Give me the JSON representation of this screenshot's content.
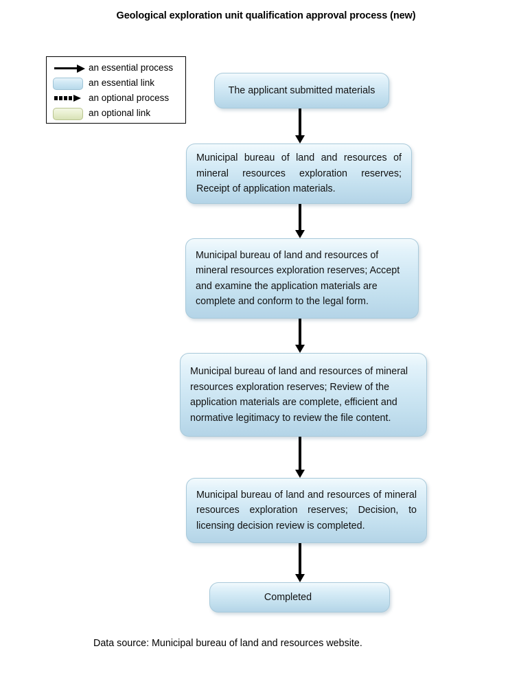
{
  "page": {
    "title": "Geological exploration unit qualification approval process (new)",
    "footer": "Data source: Municipal bureau of land and resources website.",
    "background_color": "#ffffff",
    "node_fill_top": "#f2fafd",
    "node_fill_bottom": "#b4d4e7",
    "node_border_color": "#a8c9da",
    "arrow_color": "#000000",
    "optional_fill_top": "#f3f7e4",
    "optional_fill_bottom": "#d8e2b6"
  },
  "legend": {
    "items": [
      {
        "icon": "solid-arrow-icon",
        "label": "an essential process"
      },
      {
        "icon": "blue-rounded-box-icon",
        "label": "an essential link"
      },
      {
        "icon": "dotted-arrow-icon",
        "label": "an optional process"
      },
      {
        "icon": "green-rounded-box-icon",
        "label": "an optional link"
      }
    ]
  },
  "flow": {
    "nodes": [
      {
        "id": "node-0",
        "text": "The applicant submitted materials"
      },
      {
        "id": "node-1",
        "text": "Municipal bureau of land and resources of mineral resources exploration reserves; Receipt of application materials."
      },
      {
        "id": "node-2",
        "text": "Municipal bureau of land and resources of mineral resources exploration reserves; Accept and examine the application materials are complete and conform to the legal form."
      },
      {
        "id": "node-3",
        "text": "Municipal bureau of land and resources of mineral resources exploration reserves; Review of the application materials are complete, efficient and normative legitimacy to review the file content."
      },
      {
        "id": "node-4",
        "text": "Municipal bureau of land and resources of mineral resources exploration reserves; Decision, to licensing decision review is completed."
      },
      {
        "id": "node-5",
        "text": "Completed"
      }
    ],
    "connectors": [
      {
        "from": "node-0",
        "to": "node-1",
        "style": "essential-process"
      },
      {
        "from": "node-1",
        "to": "node-2",
        "style": "essential-process"
      },
      {
        "from": "node-2",
        "to": "node-3",
        "style": "essential-process"
      },
      {
        "from": "node-3",
        "to": "node-4",
        "style": "essential-process"
      },
      {
        "from": "node-4",
        "to": "node-5",
        "style": "essential-process"
      }
    ]
  }
}
